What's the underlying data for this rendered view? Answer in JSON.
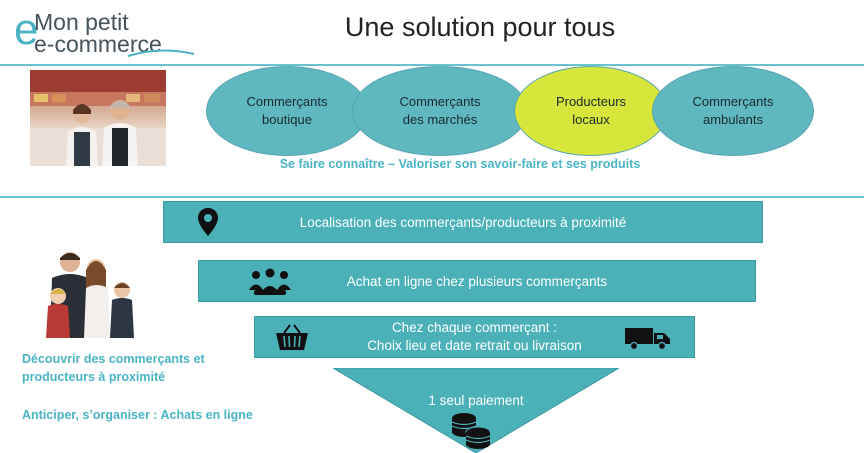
{
  "logo": {
    "line1": "Mon petit",
    "line2": "e-commerce",
    "letter": "e"
  },
  "title": "Une solution pour tous",
  "segments": [
    {
      "line1": "Commerçants",
      "line2": "boutique"
    },
    {
      "line1": "Commerçants",
      "line2": "des marchés"
    },
    {
      "line1": "Producteurs",
      "line2": "locaux"
    },
    {
      "line1": "Commerçants",
      "line2": "ambulants"
    }
  ],
  "tagline": "Se faire connaître – Valoriser son savoir-faire et ses produits",
  "funnel": {
    "step1": "Localisation des commerçants/producteurs  à proximité",
    "step2": "Achat en ligne chez plusieurs commerçants",
    "step3_line1": "Chez chaque commerçant :",
    "step3_line2": "Choix lieu et date retrait ou livraison",
    "step4": "1 seul paiement"
  },
  "icons": {
    "step1": "map-pin-icon",
    "step2": "group-icon",
    "step3_left": "basket-icon",
    "step3_right": "truck-icon",
    "step4": "coins-icon"
  },
  "benefits": {
    "line1": "Découvrir des commerçants et",
    "line2": "producteurs à proximité",
    "line3": "Anticiper, s’organiser : Achats en ligne"
  },
  "colors": {
    "accent": "#4ab4c6",
    "bar": "#4ab1b9",
    "ellipse_teal": "#5fb7c0",
    "ellipse_highlight": "#d6e63a"
  }
}
